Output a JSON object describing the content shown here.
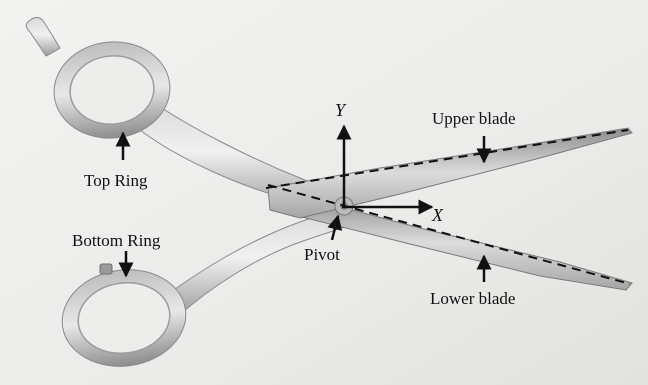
{
  "figure": {
    "labels": {
      "upper_blade": "Upper blade",
      "lower_blade": "Lower blade",
      "top_ring": "Top Ring",
      "bottom_ring": "Bottom Ring",
      "pivot": "Pivot"
    },
    "axes": {
      "x": "X",
      "y": "Y"
    },
    "colors": {
      "background": "#ebebe9",
      "metal_light": "#e4e4e4",
      "metal_mid": "#b9b9b9",
      "metal_dark": "#8a8a8a",
      "annotation": "#111111"
    }
  }
}
